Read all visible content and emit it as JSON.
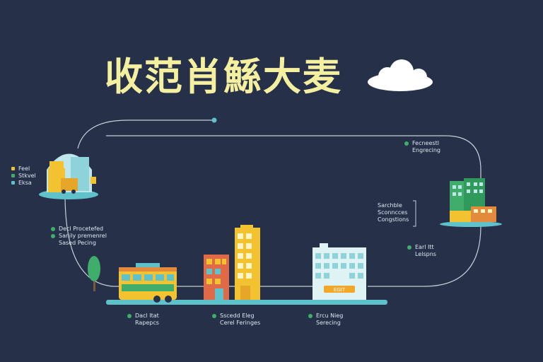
{
  "title": "收范肖鯀大麦",
  "legend": [
    {
      "label": "Feel",
      "color": "#f2c230"
    },
    {
      "label": "Stkvel",
      "color": "#3fae6a"
    },
    {
      "label": "Eksa",
      "color": "#5fc1c9"
    }
  ],
  "annotations": {
    "top_right": [
      "Fecneestl",
      "Engrecing"
    ],
    "mid_right": [
      "Sarchble",
      "Sconncces",
      "Congstions"
    ],
    "right_lower": [
      "Earl Itt",
      "Lelspns"
    ],
    "left_mid": [
      "Decl Procetefed",
      "Sanily premenrel",
      "Sased Pecing"
    ],
    "bottom_1": [
      "Dacl Itat",
      "Rapepcs"
    ],
    "bottom_2": [
      "Sscedd Eleg",
      "Cerel Feringes"
    ],
    "bottom_3": [
      "Ercu Nieg",
      "Serecing"
    ]
  },
  "building_sign": "EGIT",
  "colors": {
    "background": "#263049",
    "title": "#f4f0a0",
    "route": "#c7ced8",
    "dot_green": "#3fae6a",
    "teal": "#5fc1c9",
    "yellow": "#f2c230",
    "orange": "#e38a3c"
  }
}
